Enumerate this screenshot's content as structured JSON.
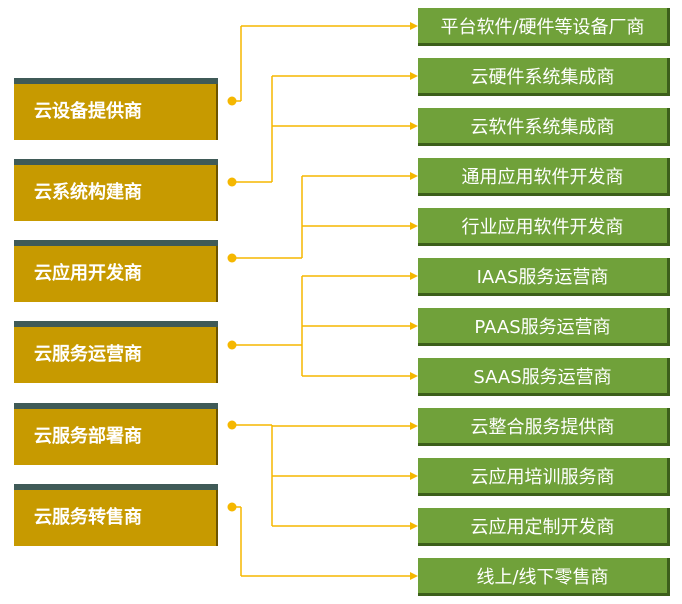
{
  "left_items": [
    {
      "label": "云设备提供商"
    },
    {
      "label": "云系统构建商"
    },
    {
      "label": "云应用开发商"
    },
    {
      "label": "云服务运营商"
    },
    {
      "label": "云服务部署商"
    },
    {
      "label": "云服务转售商"
    }
  ],
  "right_items": [
    {
      "label": "平台软件/硬件等设备厂商"
    },
    {
      "label": "云硬件系统集成商"
    },
    {
      "label": "云软件系统集成商"
    },
    {
      "label": "通用应用软件开发商"
    },
    {
      "label": "行业应用软件开发商"
    },
    {
      "label": "IAAS服务运营商"
    },
    {
      "label": "PAAS服务运营商"
    },
    {
      "label": "SAAS服务运营商"
    },
    {
      "label": "云整合服务提供商"
    },
    {
      "label": "云应用培训服务商"
    },
    {
      "label": "云应用定制开发商"
    },
    {
      "label": "线上/线下零售商"
    }
  ],
  "connections": [
    {
      "from": 0,
      "to": [
        0
      ]
    },
    {
      "from": 1,
      "to": [
        1,
        2
      ]
    },
    {
      "from": 2,
      "to": [
        3,
        4
      ]
    },
    {
      "from": 3,
      "to": [
        5,
        6,
        7
      ]
    },
    {
      "from": 4,
      "to": [
        8,
        9,
        10
      ]
    },
    {
      "from": 5,
      "to": [
        11
      ]
    }
  ],
  "colors": {
    "line": "#f5b700",
    "left_fill": "#c79a00",
    "right_fill": "#70a13a"
  }
}
